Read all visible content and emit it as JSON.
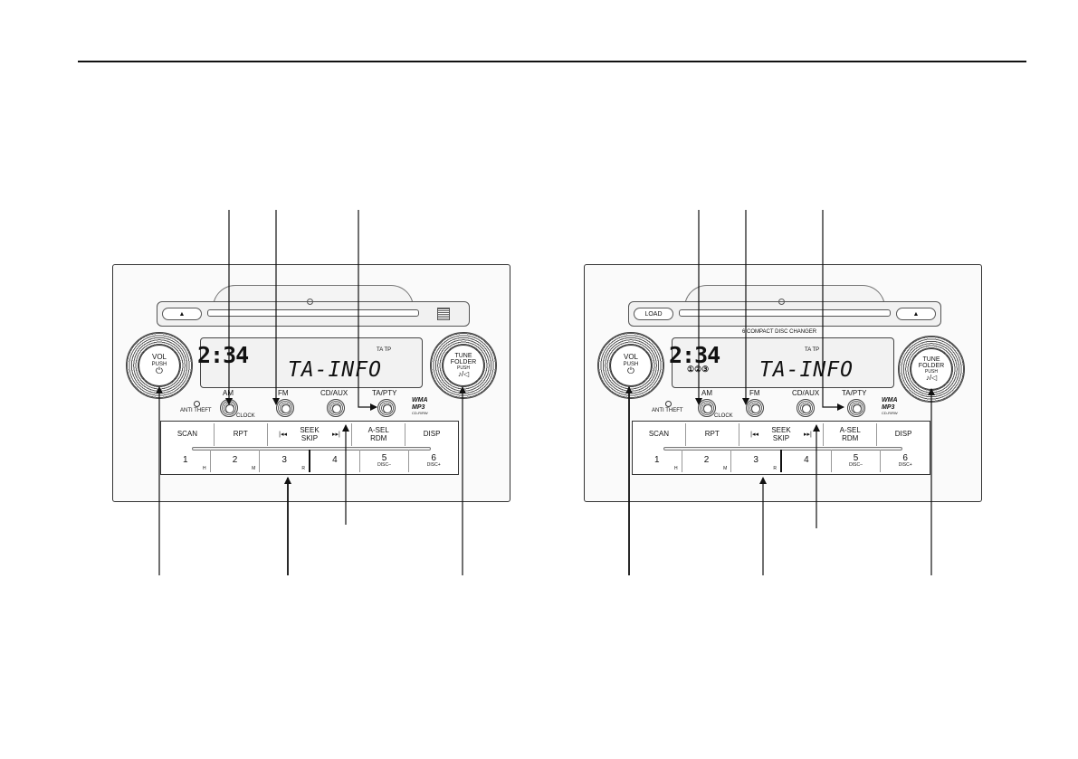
{
  "units": [
    {
      "id": "left",
      "tray": {
        "eject_symbol": "▲",
        "icon": "eject-icon"
      },
      "display": {
        "clock": "2:34",
        "indicator": "TA TP",
        "text": "TA-INFO"
      },
      "vol_knob": {
        "label1": "VOL",
        "label2": "PUSH",
        "symbol": "⏻",
        "icon": "power-icon"
      },
      "tune_knob": {
        "label1": "TUNE",
        "label2": "FOLDER",
        "label3": "PUSH",
        "symbol": "♪/◁",
        "icon": "music-note-icon"
      },
      "anti_theft": "ANTI THEFT",
      "buttons": {
        "am": "AM",
        "fm": "FM",
        "cdaux": "CD/AUX",
        "tapty": "TA/PTY",
        "clock": "CLOCK"
      },
      "formats": {
        "line1": "WMA",
        "line2": "MP3",
        "line3": "CD-R/RW"
      },
      "panel_row1": [
        {
          "label": "SCAN"
        },
        {
          "label": "RPT"
        },
        {
          "label": "SEEK SKIP",
          "symbol": "|◂◂"
        },
        {
          "label": "A-SEL RDM",
          "symbol": "▸▸|"
        },
        {
          "label": "DISP"
        }
      ],
      "panel_row2": [
        {
          "num": "1",
          "sub": "H"
        },
        {
          "num": "2",
          "sub": "M"
        },
        {
          "num": "3",
          "sub": "R"
        },
        {
          "num": "4",
          "sub": ""
        },
        {
          "num": "5",
          "sub": "DISC–"
        },
        {
          "num": "6",
          "sub": "DISC+"
        }
      ]
    },
    {
      "id": "right",
      "tray": {
        "load": "LOAD",
        "eject_symbol": "▲",
        "icon": "eject-icon"
      },
      "changer_label": "6 COMPACT DISC CHANGER",
      "display": {
        "clock": "2:34",
        "indicator": "TA TP",
        "text": "TA-INFO",
        "disc_icons": "①②③"
      },
      "vol_knob": {
        "label1": "VOL",
        "label2": "PUSH",
        "symbol": "⏻",
        "icon": "power-icon"
      },
      "tune_knob": {
        "label1": "TUNE",
        "label2": "FOLDER",
        "label3": "PUSH",
        "symbol": "♪/◁",
        "icon": "music-note-icon"
      },
      "anti_theft": "ANTI THEFT",
      "buttons": {
        "am": "AM",
        "fm": "FM",
        "cdaux": "CD/AUX",
        "tapty": "TA/PTY",
        "clock": "CLOCK"
      },
      "formats": {
        "line1": "WMA",
        "line2": "MP3",
        "line3": "CD-R/RW"
      },
      "panel_row1": [
        {
          "label": "SCAN"
        },
        {
          "label": "RPT"
        },
        {
          "label": "SEEK SKIP",
          "symbol": "|◂◂"
        },
        {
          "label": "A-SEL RDM",
          "symbol": "▸▸|"
        },
        {
          "label": "DISP"
        }
      ],
      "panel_row2": [
        {
          "num": "1",
          "sub": "H"
        },
        {
          "num": "2",
          "sub": "M"
        },
        {
          "num": "3",
          "sub": "R"
        },
        {
          "num": "4",
          "sub": ""
        },
        {
          "num": "5",
          "sub": "DISC–"
        },
        {
          "num": "6",
          "sub": "DISC+"
        }
      ]
    }
  ],
  "colors": {
    "line": "#111111",
    "panel": "#333333"
  }
}
